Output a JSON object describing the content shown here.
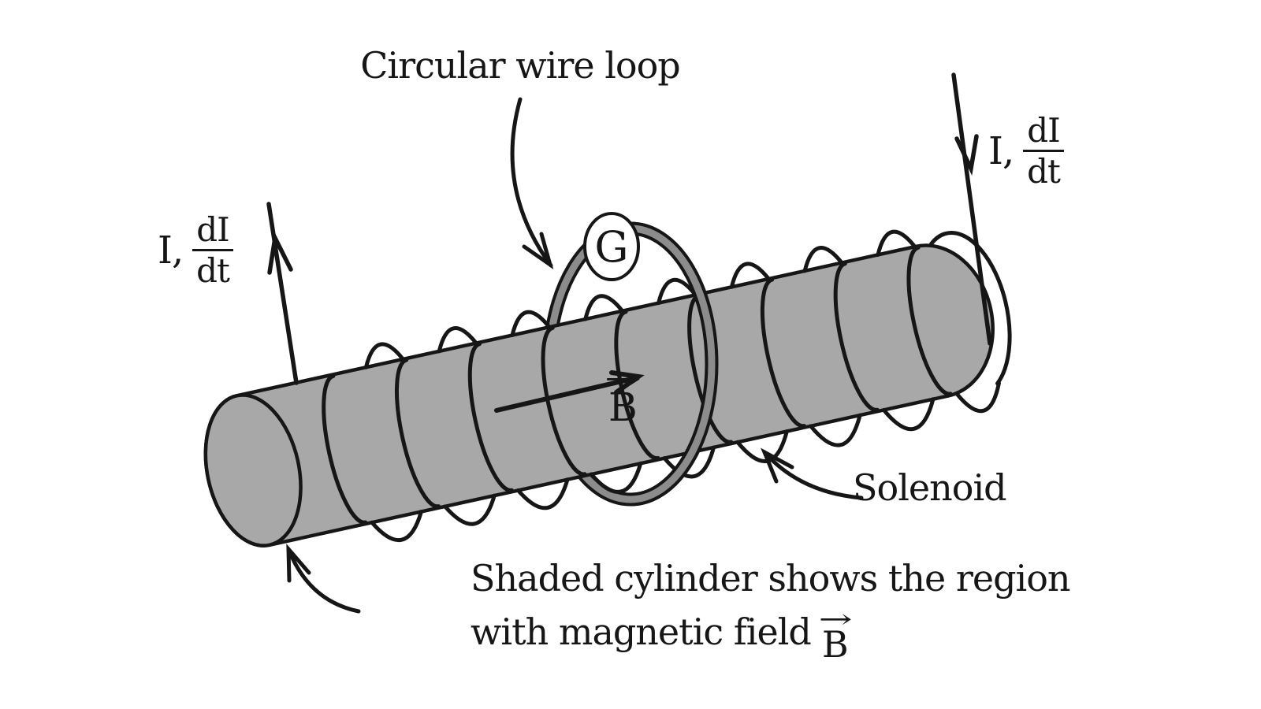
{
  "diagram": {
    "loop_label": "Circular wire loop",
    "solenoid_label": "Solenoid",
    "caption_line1": "Shaded cylinder shows the region",
    "caption_line2_prefix": "with magnetic field",
    "galvanometer_symbol": "G",
    "field_symbol": "B",
    "vector_arrow_glyph": "→",
    "current_left": {
      "symbol": "I,",
      "numerator": "dI",
      "denominator": "dt"
    },
    "current_right": {
      "symbol": "I,",
      "numerator": "dI",
      "denominator": "dt"
    },
    "colors": {
      "background": "#ffffff",
      "ink": "#161616",
      "cylinder_fill": "#a8a8a8",
      "loop_gray": "#8c8c8c"
    }
  }
}
